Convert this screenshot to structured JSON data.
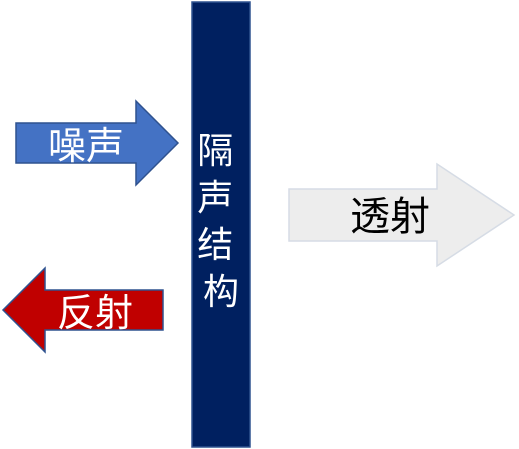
{
  "diagram": {
    "incident": {
      "label": "噪声",
      "fill": "#4472C4",
      "stroke": "#2F528F",
      "text_color": "#FFFFFF"
    },
    "barrier": {
      "label": "隔声结构",
      "fill": "#002060",
      "stroke": "#2F528F",
      "text_color": "#FFFFFF"
    },
    "transmitted": {
      "label": "透射",
      "fill": "#EDEDED",
      "stroke": "#D6DCE5",
      "text_color": "#000000"
    },
    "reflected": {
      "label": "反射",
      "fill": "#C00000",
      "stroke": "#2F528F",
      "text_color": "#FFFFFF"
    }
  }
}
